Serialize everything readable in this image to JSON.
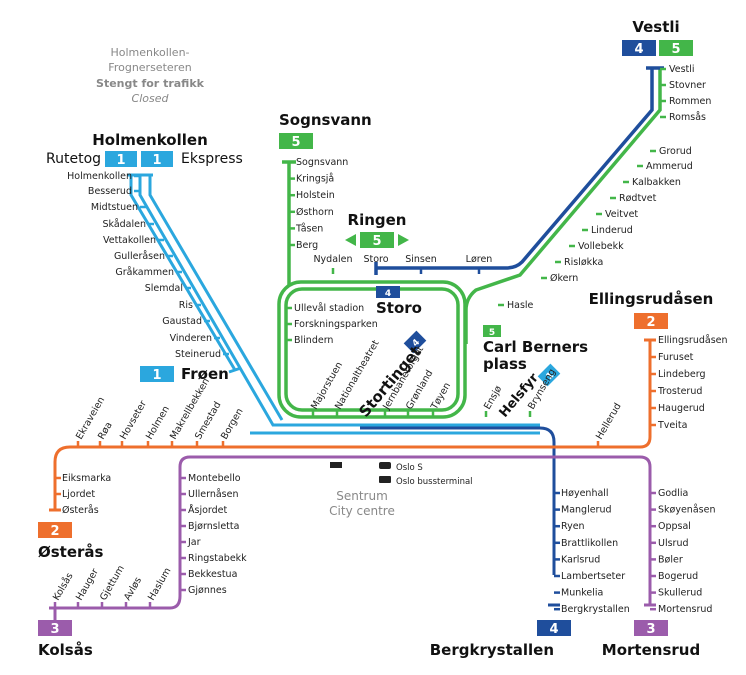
{
  "colors": {
    "line1": "#2ba7de",
    "line2": "#ee6f2d",
    "line3": "#9b5cab",
    "line4": "#1f4e9c",
    "line5": "#43b649"
  },
  "notes": {
    "closed_line1": "Holmenkollen-",
    "closed_line2": "Frognerseteren",
    "closed_line3": "Stengt for trafikk",
    "closed_line4": "Closed",
    "centre_no": "Sentrum",
    "centre_en": "City centre"
  },
  "termini": {
    "holmenkollen": "Holmenkollen",
    "rutetog": "Rutetog",
    "ekspress": "Ekspress",
    "froen": "Frøen",
    "sognsvann": "Sognsvann",
    "ringen": "Ringen",
    "storo": "Storo",
    "stortinget": "Stortinget",
    "carl_berners_1": "Carl Berners",
    "carl_berners_2": "plass",
    "helsfyr": "Helsfyr",
    "vestli": "Vestli",
    "ellingsrudasen": "Ellingsrudåsen",
    "osteras": "Østerås",
    "kolsas": "Kolsås",
    "bergkrystallen": "Bergkrystallen",
    "mortensrud": "Mortensrud"
  },
  "badges": {
    "one": "1",
    "two": "2",
    "three": "3",
    "four": "4",
    "five": "5"
  },
  "stations": {
    "line1": [
      "Holmenkollen",
      "Besserud",
      "Midtstuen",
      "Skådalen",
      "Vettakollen",
      "Gulleråsen",
      "Gråkammen",
      "Slemdal",
      "Ris",
      "Gaustad",
      "Vinderen",
      "Steinerud"
    ],
    "sognsvann": [
      "Sognsvann",
      "Kringsjå",
      "Holstein",
      "Østhorn",
      "Tåsen",
      "Berg"
    ],
    "ring_west": [
      "Ullevål stadion",
      "Forskningsparken",
      "Blindern"
    ],
    "ring_top": [
      "Nydalen",
      "Storo",
      "Sinsen",
      "Løren"
    ],
    "city": [
      "Majorstuen",
      "Nationaltheatret",
      "Jernbanetorget",
      "Grønland",
      "Tøyen",
      "Ensjø",
      "Brynseng"
    ],
    "west2": [
      "Ekraveien",
      "Røa",
      "Hovseter",
      "Holmen",
      "Makrellbekken",
      "Smestad",
      "Borgen"
    ],
    "helleud": [
      "Hellerud"
    ],
    "osteras_branch": [
      "Eiksmarka",
      "Ljordet",
      "Østerås"
    ],
    "line3_west_col": [
      "Montebello",
      "Ullernåsen",
      "Åsjordet",
      "Bjørnsletta",
      "Jar",
      "Ringstabekk",
      "Bekkestua",
      "Gjønnes"
    ],
    "kolsas_branch": [
      "Kolsås",
      "Hauger",
      "Gjettum",
      "Avløs",
      "Haslum"
    ],
    "line4_south": [
      "Høyenhall",
      "Manglerud",
      "Ryen",
      "Brattlikollen",
      "Karlsrud",
      "Lambertseter",
      "Munkelia",
      "Bergkrystallen"
    ],
    "line2_east": [
      "Ellingsrudåsen",
      "Furuset",
      "Lindeberg",
      "Trosterud",
      "Haugerud",
      "Tveita"
    ],
    "line3_east": [
      "Godlia",
      "Skøyenåsen",
      "Oppsal",
      "Ulsrud",
      "Bøler",
      "Bogerud",
      "Skullerud",
      "Mortensrud"
    ],
    "vestli_branch": [
      "Vestli",
      "Stovner",
      "Rommen",
      "Romsås",
      "Grorud",
      "Ammerud",
      "Kalbakken",
      "Rødtvet",
      "Veitvet",
      "Linderud",
      "Vollebekk",
      "Risløkka",
      "Økern",
      "Hasle"
    ]
  },
  "transfers": {
    "oslo_s": "Oslo S",
    "bus_terminal": "Oslo bussterminal"
  }
}
